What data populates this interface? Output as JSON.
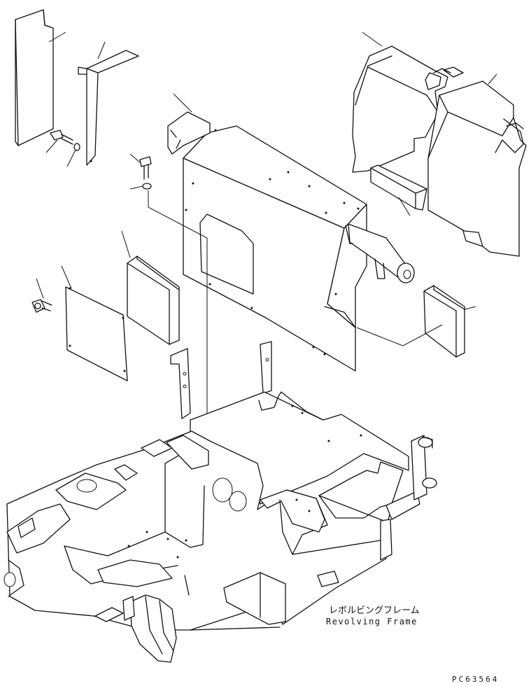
{
  "diagram": {
    "label_jp": "レボルビングフレーム",
    "label_en": "Revolving Frame",
    "drawing_code": "PC63564"
  }
}
